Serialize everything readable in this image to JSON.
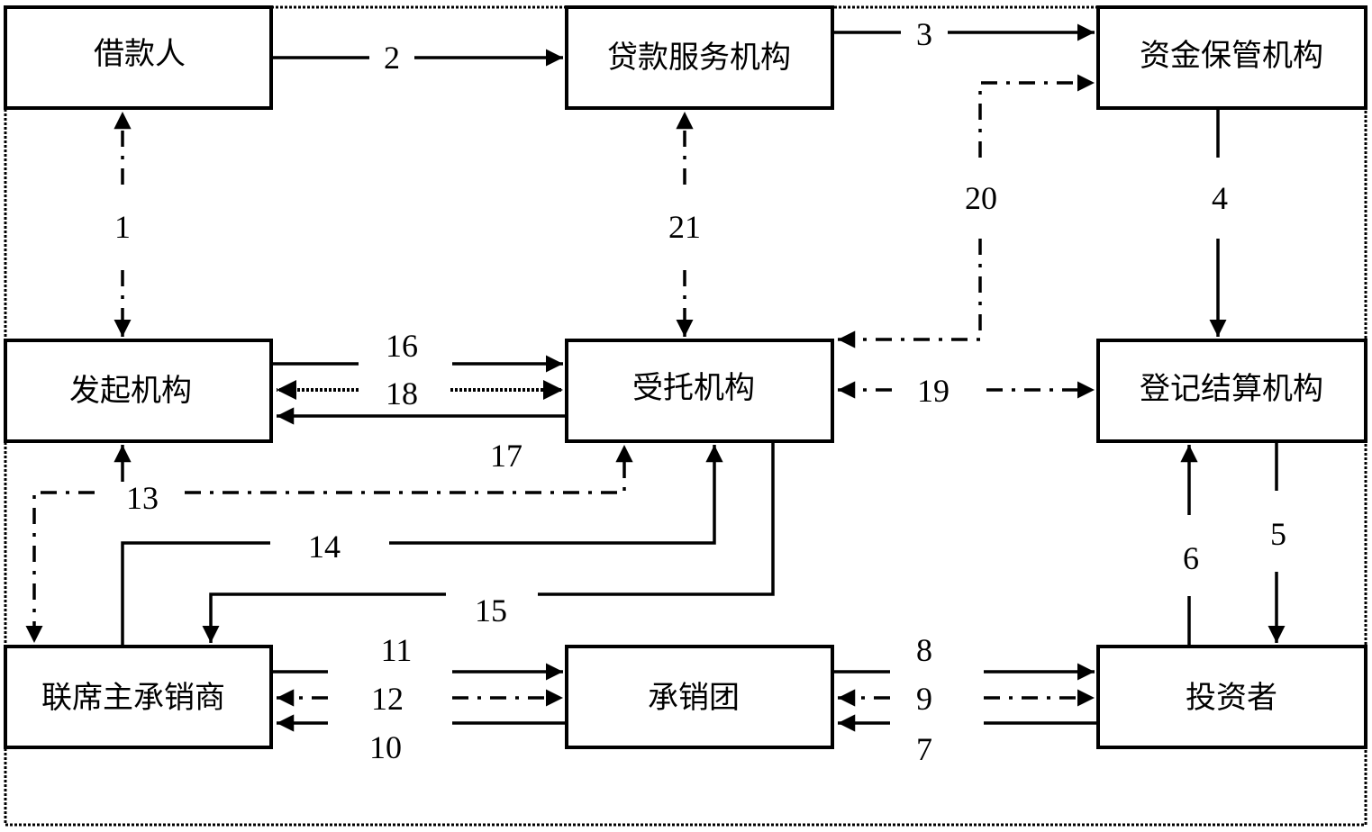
{
  "diagram": {
    "nodes": {
      "borrower": "借款人",
      "loan_servicer": "贷款服务机构",
      "fund_custodian": "资金保管机构",
      "originator": "发起机构",
      "trustee": "受托机构",
      "registration_settlement": "登记结算机构",
      "lead_underwriter": "联席主承销商",
      "underwriting_syndicate": "承销团",
      "investor": "投资者"
    },
    "edges": {
      "e1": "1",
      "e2": "2",
      "e3": "3",
      "e4": "4",
      "e5": "5",
      "e6": "6",
      "e7": "7",
      "e8": "8",
      "e9": "9",
      "e10": "10",
      "e11": "11",
      "e12": "12",
      "e13": "13",
      "e14": "14",
      "e15": "15",
      "e16": "16",
      "e17": "17",
      "e18": "18",
      "e19": "19",
      "e20": "20",
      "e21": "21"
    },
    "edge_list": [
      {
        "id": "1",
        "from": "originator",
        "to": "borrower",
        "style": "dash-dot",
        "bidirectional": true
      },
      {
        "id": "2",
        "from": "borrower",
        "to": "loan_servicer",
        "style": "solid"
      },
      {
        "id": "3",
        "from": "loan_servicer",
        "to": "fund_custodian",
        "style": "solid"
      },
      {
        "id": "4",
        "from": "fund_custodian",
        "to": "registration_settlement",
        "style": "solid"
      },
      {
        "id": "5",
        "from": "registration_settlement",
        "to": "investor",
        "style": "solid"
      },
      {
        "id": "6",
        "from": "investor",
        "to": "registration_settlement",
        "style": "solid"
      },
      {
        "id": "7",
        "from": "investor",
        "to": "underwriting_syndicate",
        "style": "solid"
      },
      {
        "id": "8",
        "from": "underwriting_syndicate",
        "to": "investor",
        "style": "solid"
      },
      {
        "id": "9",
        "from": "underwriting_syndicate",
        "to": "investor",
        "style": "dash-dot",
        "bidirectional": true
      },
      {
        "id": "10",
        "from": "underwriting_syndicate",
        "to": "lead_underwriter",
        "style": "solid"
      },
      {
        "id": "11",
        "from": "lead_underwriter",
        "to": "underwriting_syndicate",
        "style": "solid"
      },
      {
        "id": "12",
        "from": "lead_underwriter",
        "to": "underwriting_syndicate",
        "style": "dash-dot",
        "bidirectional": true
      },
      {
        "id": "13",
        "from": "lead_underwriter",
        "to": "originator",
        "style": "solid"
      },
      {
        "id": "14",
        "from": "lead_underwriter",
        "to": "trustee",
        "style": "solid"
      },
      {
        "id": "15",
        "from": "trustee",
        "to": "lead_underwriter",
        "style": "solid"
      },
      {
        "id": "16",
        "from": "originator",
        "to": "trustee",
        "style": "solid"
      },
      {
        "id": "17",
        "from": "trustee",
        "to": "originator",
        "style": "solid"
      },
      {
        "id": "18",
        "from": "originator",
        "to": "trustee",
        "style": "dotted",
        "bidirectional": true
      },
      {
        "id": "19",
        "from": "trustee",
        "to": "registration_settlement",
        "style": "dash-dot",
        "bidirectional": true
      },
      {
        "id": "20",
        "from": "trustee",
        "to": "fund_custodian",
        "style": "dash-dot",
        "bidirectional": true
      },
      {
        "id": "21",
        "from": "trustee",
        "to": "loan_servicer",
        "style": "dash-dot",
        "bidirectional": true
      },
      {
        "id": "lead-trustee",
        "from": "lead_underwriter",
        "to": "trustee",
        "style": "dash-dot",
        "bidirectional": true
      }
    ]
  }
}
